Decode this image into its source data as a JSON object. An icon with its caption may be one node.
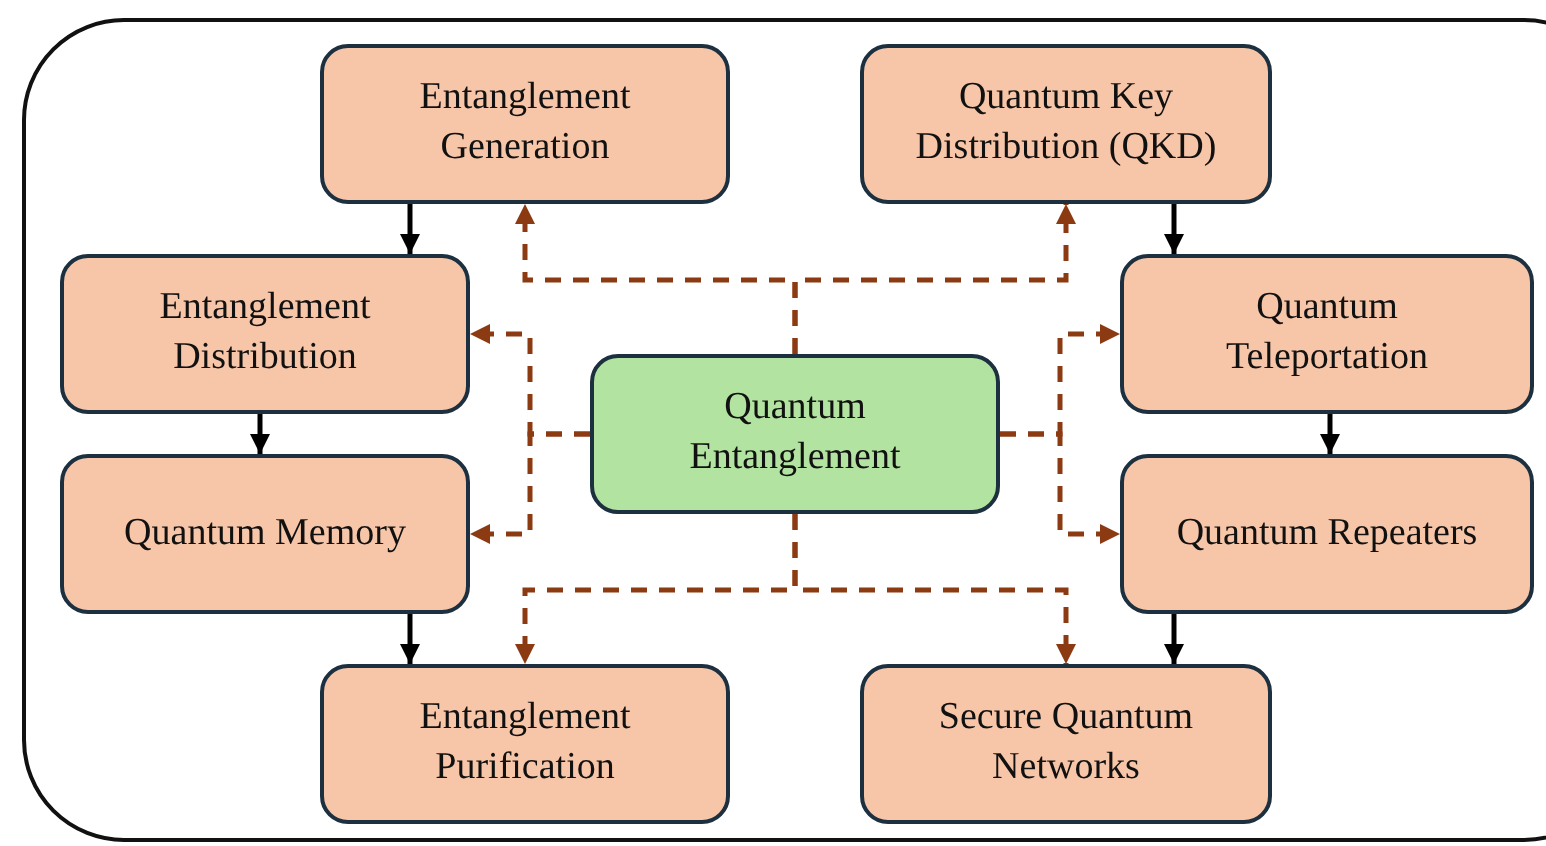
{
  "diagram": {
    "nodes": [
      {
        "text": [
          "Entanglement Generation"
        ]
      },
      {
        "text": [
          "Quantum Key Distribution (QKD)"
        ]
      },
      {
        "text": [
          "Entanglement Distribution"
        ]
      },
      {
        "text": [
          "Quantum Entanglement"
        ]
      },
      {
        "text": [
          "Quantum Teleportation"
        ]
      },
      {
        "text": [
          "Quantum Memory"
        ]
      },
      {
        "text": [
          "Quantum Repeaters"
        ]
      },
      {
        "text": [
          "Entanglement Purification"
        ]
      },
      {
        "text": [
          "Secure Quantum Networks"
        ]
      }
    ],
    "edges": [
      {
        "from": 0,
        "to": 2,
        "arrow": "to",
        "color": "#000000"
      },
      {
        "from": 2,
        "to": 5,
        "arrow": "to",
        "color": "#000000"
      },
      {
        "from": 5,
        "to": 7,
        "arrow": "to",
        "color": "#000000"
      },
      {
        "from": 1,
        "to": 4,
        "arrow": "to",
        "color": "#000000"
      },
      {
        "from": 4,
        "to": 6,
        "arrow": "to",
        "color": "#000000"
      },
      {
        "from": 6,
        "to": 8,
        "arrow": "to",
        "color": "#000000"
      },
      {
        "from": 3,
        "to": 0,
        "arrow": "to",
        "style": "dashed"
      },
      {
        "from": 3,
        "to": 1,
        "arrow": "to",
        "style": "dashed"
      },
      {
        "from": 3,
        "to": 2,
        "arrow": "to",
        "style": "dashed"
      },
      {
        "from": 3,
        "to": 5,
        "arrow": "to",
        "style": "dashed"
      },
      {
        "from": 3,
        "to": 4,
        "arrow": "to",
        "style": "dashed"
      },
      {
        "from": 3,
        "to": 6,
        "arrow": "to",
        "style": "dashed"
      },
      {
        "from": 3,
        "to": 7,
        "arrow": "to",
        "style": "dashed"
      },
      {
        "from": 3,
        "to": 8,
        "arrow": "to",
        "style": "dashed"
      }
    ]
  }
}
